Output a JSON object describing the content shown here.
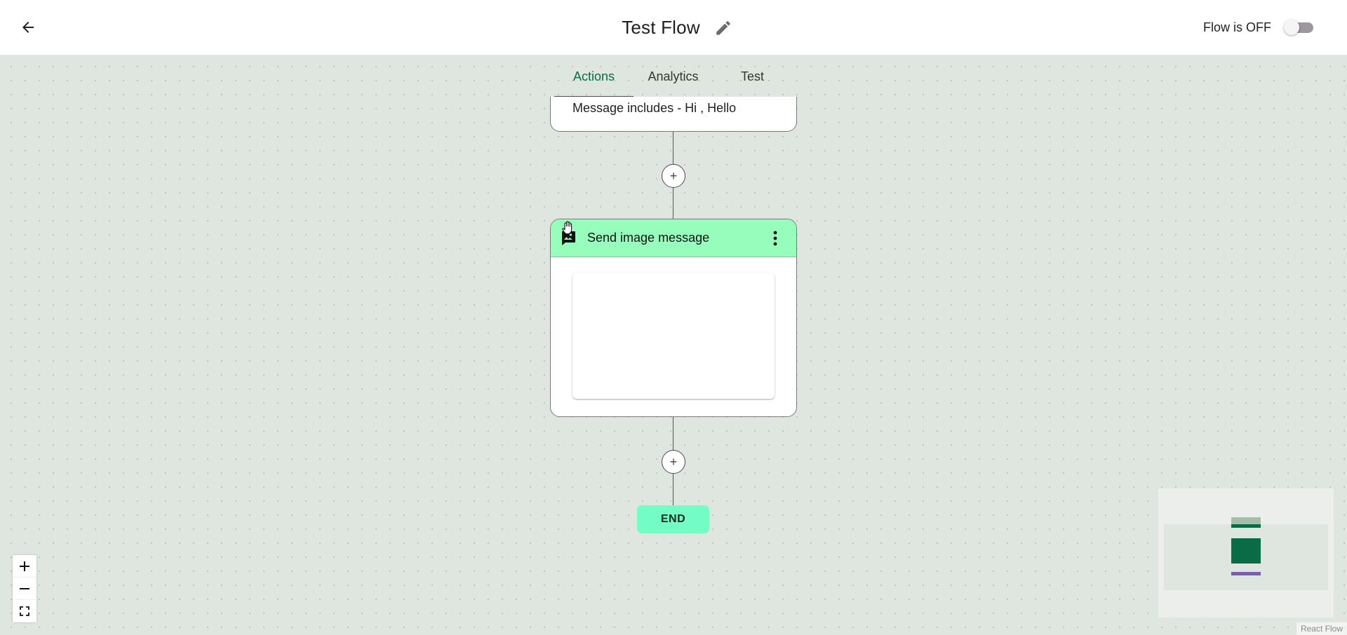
{
  "header": {
    "back_icon": "arrow-left-icon",
    "title": "Test Flow",
    "edit_icon": "pencil-icon",
    "status_label": "Flow is OFF",
    "toggle_on": false
  },
  "tabs": [
    {
      "label": "Actions",
      "active": true
    },
    {
      "label": "Analytics",
      "active": false
    },
    {
      "label": "Test",
      "active": false
    }
  ],
  "nodes": {
    "trigger": {
      "text": "Message includes - Hi , Hello"
    },
    "image_message": {
      "title": "Send image message",
      "icon": "image-message-icon",
      "menu_icon": "more-vertical-icon"
    },
    "end": {
      "label": "END"
    }
  },
  "add_step": {
    "label": "+"
  },
  "controls": {
    "zoom_in": "+",
    "zoom_out": "−",
    "fit_icon": "fit-view-icon"
  },
  "attribution": "React Flow",
  "colors": {
    "accent": "#0a6b47",
    "node_header": "#96fdbc",
    "end_node": "#74fcc5",
    "canvas": "#dfe6df"
  }
}
